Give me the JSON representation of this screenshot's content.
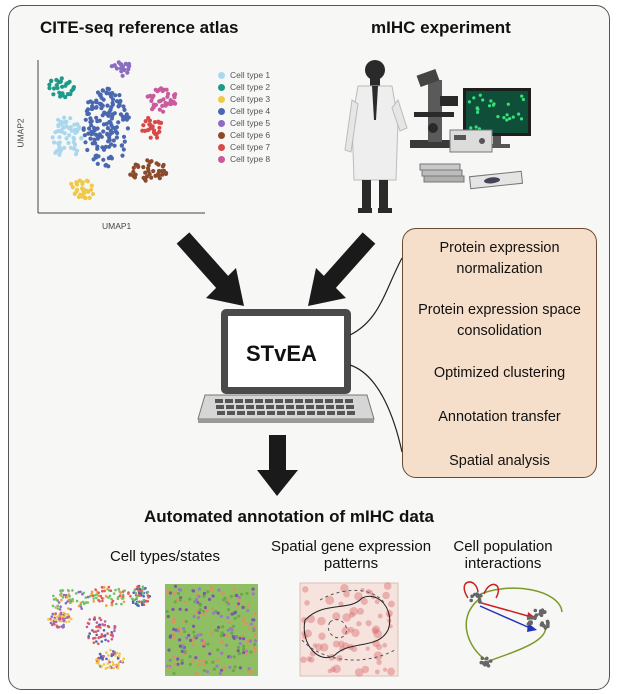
{
  "atlas": {
    "title": "CITE-seq reference atlas",
    "xlabel": "UMAP1",
    "ylabel": "UMAP2",
    "legend": [
      {
        "label": "Cell type 1",
        "color": "#a9d8ee"
      },
      {
        "label": "Cell type 2",
        "color": "#1f9a8a"
      },
      {
        "label": "Cell type 3",
        "color": "#f0c84a"
      },
      {
        "label": "Cell type 4",
        "color": "#4a67b0"
      },
      {
        "label": "Cell type 5",
        "color": "#8a6cc2"
      },
      {
        "label": "Cell type 6",
        "color": "#8b4a2b"
      },
      {
        "label": "Cell type 7",
        "color": "#d84a4a"
      },
      {
        "label": "Cell type 8",
        "color": "#c85a9e"
      }
    ]
  },
  "experiment": {
    "title": "mIHC experiment"
  },
  "laptop": {
    "label": "STvEA"
  },
  "workflow": {
    "steps": [
      "Protein expression normalization",
      "Protein expression space consolidation",
      "Optimized clustering",
      "Annotation transfer",
      "Spatial analysis"
    ]
  },
  "output": {
    "title": "Automated annotation of mIHC data",
    "panels": [
      "Cell types/states",
      "Spatial gene expression patterns",
      "Cell population interactions"
    ]
  },
  "colors": {
    "workflow_bg": "#f6dfca",
    "step_arrow": "#8a4a1f",
    "big_arrow": "#1a1a1a"
  }
}
